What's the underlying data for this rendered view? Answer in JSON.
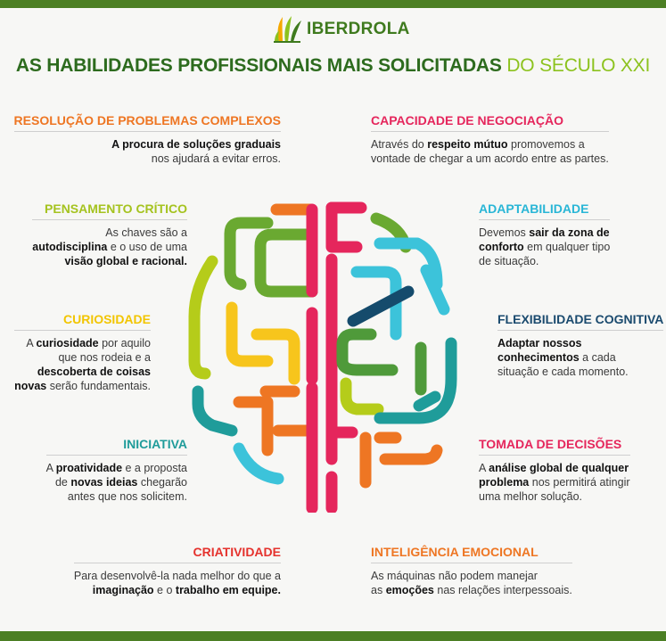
{
  "logo": {
    "text": "IBERDROLA",
    "icon": "iberdrola-tree-icon",
    "colors": [
      "#f5a800",
      "#8cc21e",
      "#3f7a1e"
    ]
  },
  "title": {
    "main": "AS HABILIDADES PROFISSIONAIS MAIS SOLICITADAS",
    "accent": "DO SÉCULO XXI"
  },
  "skills": {
    "resolucao": {
      "title": "RESOLUÇÃO DE PROBLEMAS COMPLEXOS",
      "color": "#ee7623",
      "l1_bold": "A procura de soluções graduais",
      "l2": "nos ajudará a evitar erros."
    },
    "pensamento": {
      "title": "PENSAMENTO CRÍTICO",
      "color": "#a5c31f",
      "l1": "As chaves são a",
      "l2_bold": "autodisciplina",
      "l2": " e o uso de uma",
      "l3_bold": "visão global e racional."
    },
    "curiosidade": {
      "title": "CURIOSIDADE",
      "color": "#f2c500",
      "l1_a": "A ",
      "l1_bold": "curiosidade",
      "l1_b": " por aquilo",
      "l2": "que nos rodeia e a",
      "l3_bold": "descoberta de coisas",
      "l4_bold": "novas",
      "l4": " serão fundamentais."
    },
    "iniciativa": {
      "title": "INICIATIVA",
      "color": "#1f9c9a",
      "l1_a": "A ",
      "l1_bold": "proatividade",
      "l1_b": " e a proposta",
      "l2_a": "de ",
      "l2_bold": "novas ideias",
      "l2_b": " chegarão",
      "l3": "antes que nos solicitem."
    },
    "criatividade": {
      "title": "CRIATIVIDADE",
      "color": "#e5322d",
      "l1": "Para desenvolvê-la nada melhor do que a",
      "l2_bold_a": "imaginação",
      "l2": " e o ",
      "l2_bold_b": "trabalho em equipe."
    },
    "negociacao": {
      "title": "CAPACIDADE DE NEGOCIAÇÃO",
      "color": "#e5265c",
      "l1_a": "Através do ",
      "l1_bold": "respeito mútuo",
      "l1_b": " promovemos a",
      "l2": "vontade de chegar a um acordo entre as partes."
    },
    "adaptabilidade": {
      "title": "ADAPTABILIDADE",
      "color": "#29b6d6",
      "l1_a": "Devemos ",
      "l1_bold": "sair da zona de",
      "l2_bold": "conforto",
      "l2": " em qualquer tipo",
      "l3": "de situação."
    },
    "flexibilidade": {
      "title": "FLEXIBILIDADE COGNITIVA",
      "color": "#1a4a6e",
      "l1_bold": "Adaptar nossos",
      "l2_bold": "conhecimentos",
      "l2": " a cada",
      "l3": "situação e cada momento."
    },
    "tomada": {
      "title": "TOMADA DE DECISÕES",
      "color": "#e5265c",
      "l1_a": "A ",
      "l1_bold": "análise global de qualquer",
      "l2_bold": "problema",
      "l2": " nos permitirá atingir",
      "l3": "uma melhor solução."
    },
    "emocional": {
      "title": "INTELIGÊNCIA EMOCIONAL",
      "color": "#ee7623",
      "l1": "As máquinas não podem manejar",
      "l2_a": "as ",
      "l2_bold": "emoções",
      "l2_b": " nas relações interpessoais."
    }
  },
  "brain": {
    "icon": "brain-icon",
    "palette": {
      "orange": "#ee7623",
      "lime": "#b5cc1a",
      "green": "#6aa931",
      "yellow": "#f7c51c",
      "teal": "#1f9c9a",
      "cyan": "#3cc3da",
      "red": "#e5265c",
      "navy": "#154b6c",
      "darkgreen": "#4f9a3a"
    }
  }
}
